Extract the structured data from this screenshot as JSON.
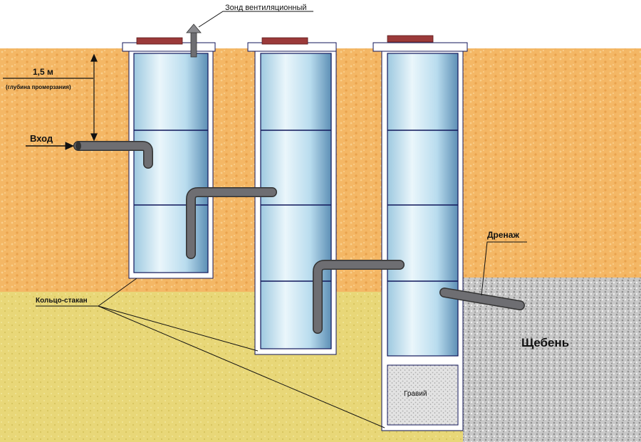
{
  "labels": {
    "vent_probe": "Зонд вентиляционный",
    "depth_value": "1,5 м",
    "depth_note": "(глубина промерзания)",
    "inlet": "Вход",
    "ring_cup": "Кольцо-стакан",
    "drainage": "Дренаж",
    "crushed_stone": "Щебень",
    "gravel": "Гравий"
  },
  "colors": {
    "sand_upper": "#f3b86a",
    "sand_lower": "#e6d777",
    "crushed_stone": "#c4c4c4",
    "ring_fill": "#b9dff0",
    "pipe": "#6e6e72",
    "lid": "#9b3a3a",
    "outline": "#10165a"
  }
}
